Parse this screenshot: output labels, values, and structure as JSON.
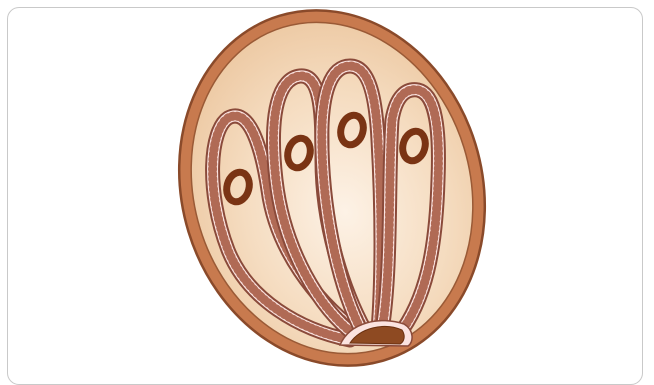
{
  "figure": {
    "type": "anatomical-illustration",
    "components": [
      "outer-capsule",
      "inner-chamber",
      "tubular-loop",
      "ring-nucleus",
      "base-plate"
    ],
    "loop_count": 4,
    "colors": {
      "capsule_wall": "#c87a4e",
      "capsule_edge": "#8a4a2a",
      "chamber_fill": "#f3d6b6",
      "chamber_glow": "#fdf2e6",
      "tube_wall": "#f7cfcf",
      "tube_edge": "#8a4a3a",
      "ring": "#7a3414",
      "base": "#8e4a22",
      "frame_border": "#c9c9c9"
    }
  }
}
